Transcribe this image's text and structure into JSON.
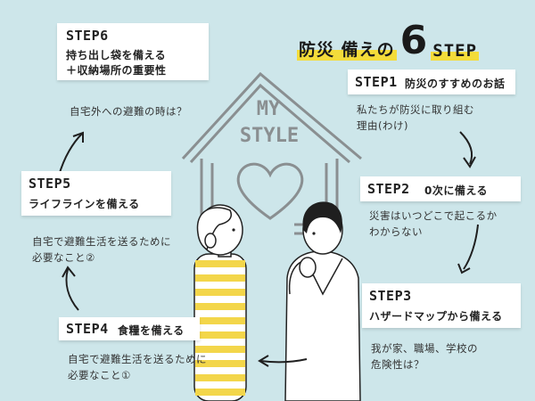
{
  "title": {
    "prefix": "防災 備えの",
    "number": "6",
    "suffix": "STEP"
  },
  "house": {
    "line1": "MY",
    "line2": "STYLE"
  },
  "steps": [
    {
      "label": "STEP1",
      "text": "防災のすすめのお話",
      "desc1": "私たちが防災に取り組む",
      "desc2": "理由(わけ)"
    },
    {
      "label": "STEP2",
      "text": "0次に備える",
      "desc1": "災害はいつどこで起こるか",
      "desc2": "わからない"
    },
    {
      "label": "STEP3",
      "text": "ハザードマップから備える",
      "desc1": "我が家、職場、学校の",
      "desc2": "危険性は？"
    },
    {
      "label": "STEP4",
      "text": "食糧を備える",
      "desc1": "自宅で避難生活を送るために",
      "desc2": "必要なこと①"
    },
    {
      "label": "STEP5",
      "text": "ライフラインを備える",
      "desc1": "自宅で避難生活を送るために",
      "desc2": "必要なこと②"
    },
    {
      "label": "STEP6",
      "text1": "持ち出し袋を備える",
      "text2": "＋収納場所の重要性",
      "desc1": "自宅外への避難の時は？"
    }
  ],
  "colors": {
    "background": "#cde6ea",
    "accent": "#f4dc3a",
    "house": "#8a8f91"
  }
}
